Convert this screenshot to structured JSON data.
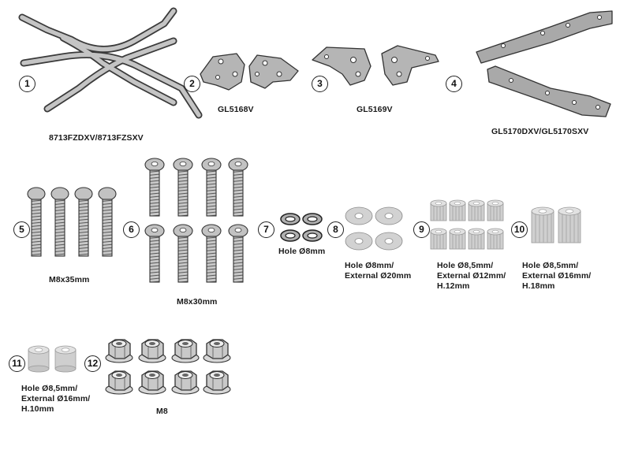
{
  "parts": [
    {
      "number": "1",
      "label": "8713FZDXV/8713FZSXV"
    },
    {
      "number": "2",
      "label": "GL5168V"
    },
    {
      "number": "3",
      "label": "GL5169V"
    },
    {
      "number": "4",
      "label": "GL5170DXV/GL5170SXV"
    },
    {
      "number": "5",
      "label": "M8x35mm"
    },
    {
      "number": "6",
      "label": "M8x30mm"
    },
    {
      "number": "7",
      "label": "Hole Ø8mm"
    },
    {
      "number": "8",
      "label_lines": [
        "Hole Ø8mm/",
        "External Ø20mm"
      ]
    },
    {
      "number": "9",
      "label_lines": [
        "Hole Ø8,5mm/",
        "External Ø12mm/",
        "H.12mm"
      ]
    },
    {
      "number": "10",
      "label_lines": [
        "Hole Ø8,5mm/",
        "External Ø16mm/",
        "H.18mm"
      ]
    },
    {
      "number": "11",
      "label_lines": [
        "Hole Ø8,5mm/",
        "External Ø16mm/",
        "H.10mm"
      ]
    },
    {
      "number": "12",
      "label": "M8"
    }
  ],
  "colors": {
    "metal": "#b9b9b9",
    "metal_dark": "#8a8a8a",
    "outline": "#3a3a3a"
  }
}
